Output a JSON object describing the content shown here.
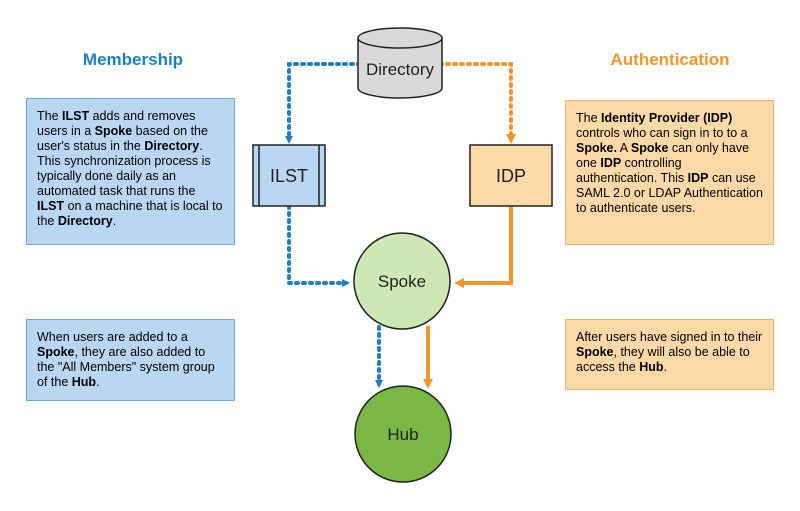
{
  "colors": {
    "membership": "#1f7fc4",
    "authentication": "#f0962a",
    "blue_fill": "#b9d7f2",
    "orange_fill": "#fdd9a8",
    "spoke_fill": "#cde8b5",
    "hub_fill": "#79b845",
    "directory_fill": "#d9d9d9"
  },
  "headings": {
    "membership": "Membership",
    "authentication": "Authentication"
  },
  "nodes": {
    "directory": "Directory",
    "ilst": "ILST",
    "idp": "IDP",
    "spoke": "Spoke",
    "hub": "Hub"
  },
  "notes": {
    "ilst": [
      {
        "t": "The "
      },
      {
        "t": "ILST",
        "b": true
      },
      {
        "t": " adds and removes users in a "
      },
      {
        "t": "Spoke",
        "b": true
      },
      {
        "t": " based on the user's status in the "
      },
      {
        "t": "Directory",
        "b": true
      },
      {
        "t": ". This synchronization process is typically done daily as an automated task that runs the "
      },
      {
        "t": "ILST",
        "b": true
      },
      {
        "t": " on a machine that is local to the "
      },
      {
        "t": "Directory",
        "b": true
      },
      {
        "t": "."
      }
    ],
    "members": [
      {
        "t": "When users are added to a "
      },
      {
        "t": "Spoke",
        "b": true
      },
      {
        "t": ", they are also added to the \"All Members\" system group of the "
      },
      {
        "t": "Hub",
        "b": true
      },
      {
        "t": "."
      }
    ],
    "idp": [
      {
        "t": "The "
      },
      {
        "t": "Identity Provider (IDP)",
        "b": true
      },
      {
        "t": " controls who can sign in to to a "
      },
      {
        "t": "Spoke.",
        "b": true
      },
      {
        "t": " A "
      },
      {
        "t": "Spoke",
        "b": true
      },
      {
        "t": " can only have one "
      },
      {
        "t": "IDP",
        "b": true
      },
      {
        "t": " controlling authentication. This "
      },
      {
        "t": "IDP",
        "b": true
      },
      {
        "t": " can use SAML 2.0 or LDAP Authentication to authenticate users."
      }
    ],
    "hub": [
      {
        "t": "After users have signed in to their "
      },
      {
        "t": "Spoke",
        "b": true
      },
      {
        "t": ", they will also be able to access the "
      },
      {
        "t": "Hub",
        "b": true
      },
      {
        "t": "."
      }
    ]
  }
}
